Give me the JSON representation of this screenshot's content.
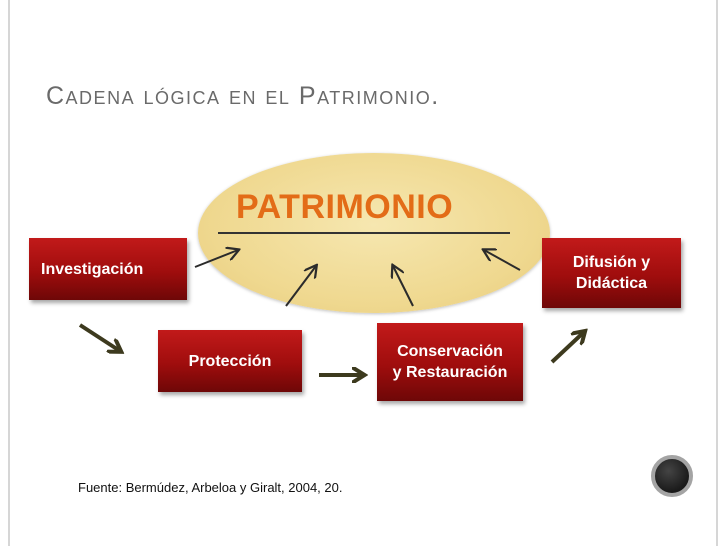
{
  "slide": {
    "title": "Cadena lógica en el Patrimonio.",
    "center": "PATRIMONIO",
    "boxes": {
      "investigacion": "Investigación",
      "proteccion": "Protección",
      "conservacion_line1": "Conservación",
      "conservacion_line2": "y Restauración",
      "difusion_line1": "Difusión  y",
      "difusion_line2": "Didáctica"
    },
    "source": "Fuente: Bermúdez, Arbeloa y Giralt, 2004, 20."
  },
  "colors": {
    "box_red": "#b01010",
    "center_text": "#e36c17",
    "ellipse_fill": "#efd88f",
    "title_gray": "#6a6a6a",
    "bold_arrow": "#3d3a1e"
  }
}
